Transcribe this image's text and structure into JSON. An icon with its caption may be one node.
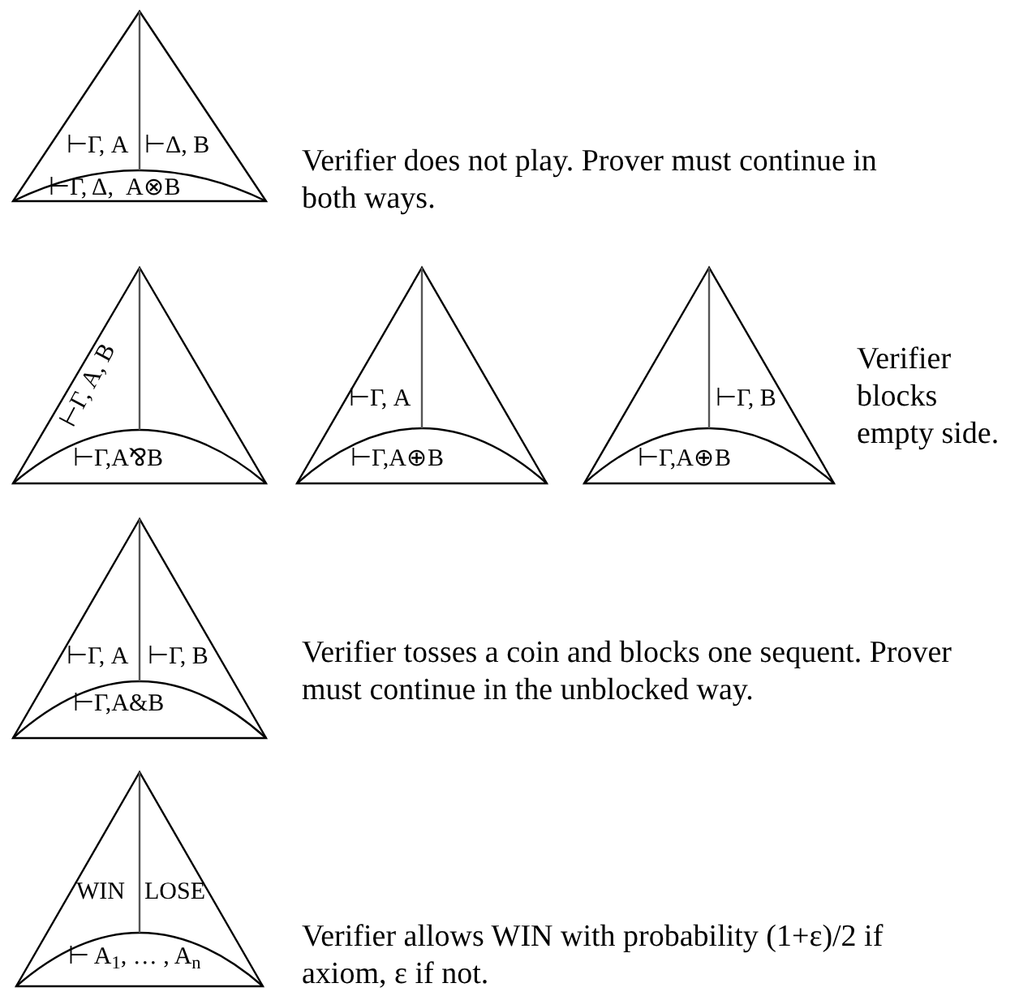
{
  "diagram": {
    "nodes": [
      {
        "text": [
          "⊢Γ, A",
          "⊢Δ, B",
          "⊢Γ, Δ,  A⊗B"
        ]
      },
      {
        "text": [
          "⊢Γ, A, B",
          "⊢Γ,A⅋B"
        ]
      },
      {
        "text": [
          "⊢Γ, A",
          "⊢Γ,A⊕B"
        ]
      },
      {
        "text": [
          "⊢Γ, B",
          "⊢Γ,A⊕B"
        ]
      },
      {
        "text": [
          "⊢Γ, A",
          "⊢Γ, B",
          "⊢Γ,A&B"
        ]
      },
      {
        "text": [
          "WIN",
          "LOSE",
          "⊢ A$_{1}$, … , A$_{n}$"
        ]
      }
    ],
    "labels": [
      "Verifier does not play. Prover must continue in both ways.",
      "Verifier blocks empty side.",
      "Verifier tosses a coin and blocks one sequent. Prover must continue in the unblocked way.",
      "Verifier allows WIN with probability (1+ε)/2 if axiom, ε if not."
    ]
  }
}
